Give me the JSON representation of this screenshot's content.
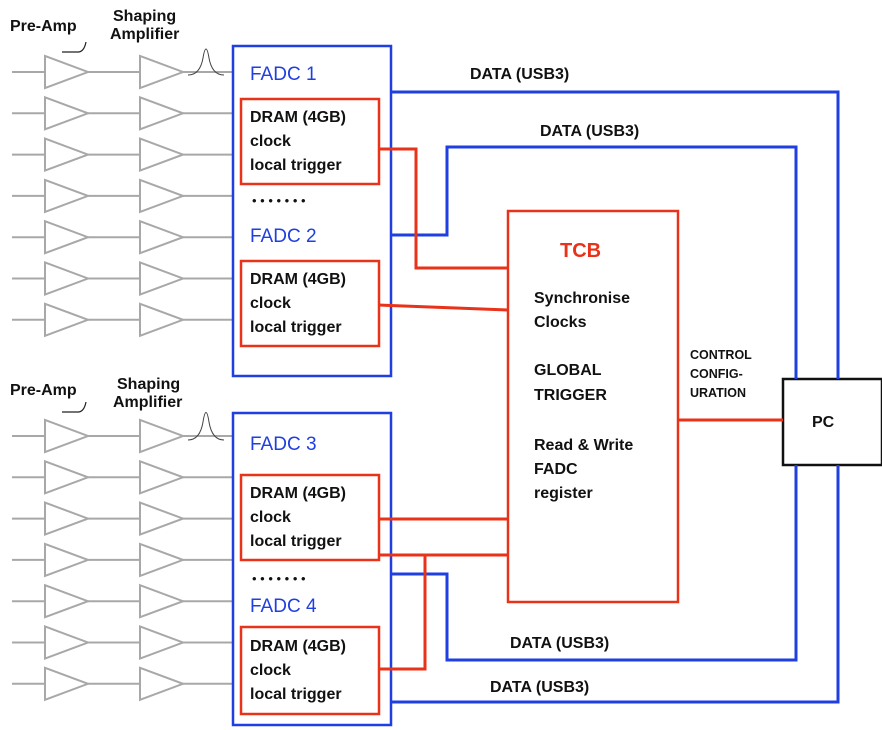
{
  "colors": {
    "blue": "#1f3fe0",
    "red": "#e8321a",
    "gray": "#a8a8a8",
    "black": "#111111"
  },
  "frontend": {
    "preamp_label": "Pre-Amp",
    "shaping_label_1": "Shaping",
    "shaping_label_2": "Amplifier"
  },
  "fadc": [
    {
      "name": "FADC 1"
    },
    {
      "name": "FADC 2"
    },
    {
      "name": "FADC 3"
    },
    {
      "name": "FADC 4"
    }
  ],
  "dram": {
    "line1": "DRAM (4GB)",
    "line2": "clock",
    "line3": "local trigger"
  },
  "dots": "• • • • • • •",
  "tcb": {
    "title": "TCB",
    "sync_1": "Synchronise",
    "sync_2": "Clocks",
    "global_1": "GLOBAL",
    "global_2": "TRIGGER",
    "rw_1": "Read & Write",
    "rw_2": "FADC",
    "rw_3": "register"
  },
  "pc": {
    "label": "PC"
  },
  "control": {
    "line1": "CONTROL",
    "line2": "CONFIG-",
    "line3": "URATION"
  },
  "data_label": "DATA  (USB3)"
}
